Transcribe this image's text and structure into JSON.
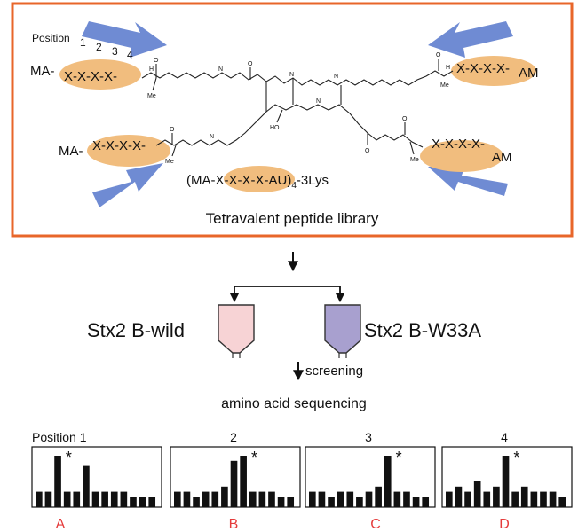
{
  "library": {
    "position_label": "Position",
    "position_numbers": [
      "1",
      "2",
      "3",
      "4"
    ],
    "arm_left_top": {
      "prefix": "MA-",
      "motif": "X-X-X-X-"
    },
    "arm_left_bottom": {
      "prefix": "MA-",
      "motif": "X-X-X-X-"
    },
    "arm_right_top": {
      "motif": "X-X-X-X-",
      "suffix": "AM"
    },
    "arm_right_bottom": {
      "motif": "X-X-X-X-",
      "suffix": "AM"
    },
    "atom_labels": {
      "me": "Me",
      "h": "H",
      "n": "N",
      "o": "O",
      "ho": "HO"
    },
    "formula": {
      "prefix": "(MA-",
      "motif": "X-X-X-X",
      "suffix": "-AU)",
      "subscript": "4",
      "tail": "-3Lys"
    },
    "caption": "Tetravalent peptide library"
  },
  "targets": {
    "left_label": "Stx2 B-wild",
    "right_label": "Stx2 B-W33A",
    "left_fill": "#f7d3d5",
    "right_fill": "#a8a0cf"
  },
  "steps": {
    "screening": "screening",
    "sequencing": "amino acid sequencing"
  },
  "histograms": [
    {
      "header": "Position  1",
      "letter": "A",
      "values": [
        3,
        3,
        10,
        3,
        3,
        8,
        3,
        3,
        3,
        3,
        2,
        2,
        2
      ]
    },
    {
      "header": "2",
      "letter": "B",
      "values": [
        3,
        3,
        2,
        3,
        3,
        4,
        9,
        10,
        3,
        3,
        3,
        2,
        2
      ]
    },
    {
      "header": "3",
      "letter": "C",
      "values": [
        3,
        3,
        2,
        3,
        3,
        2,
        3,
        4,
        10,
        3,
        3,
        2,
        2
      ]
    },
    {
      "header": "4",
      "letter": "D",
      "values": [
        3,
        4,
        3,
        5,
        3,
        4,
        10,
        3,
        4,
        3,
        3,
        3,
        2
      ]
    }
  ],
  "marker": "*",
  "colors": {
    "frame": "#e8662a",
    "arrow": "#6f8bd3",
    "ellipse": "#f1bd7e",
    "letter": "#e53b3b",
    "bar": "#111111"
  }
}
